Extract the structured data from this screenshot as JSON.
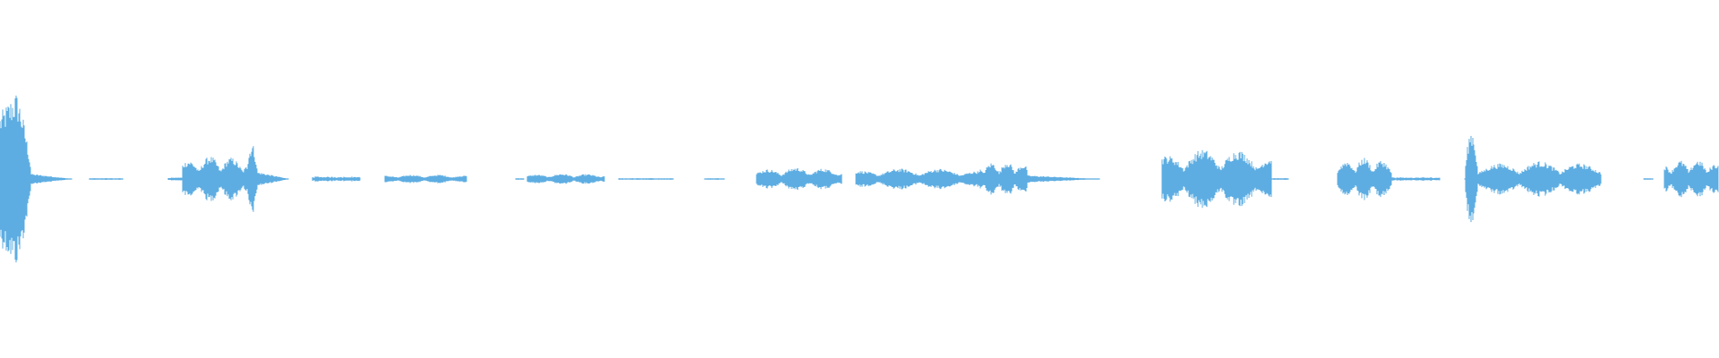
{
  "waveform": {
    "color": "#5DADE2",
    "background": "#ffffff",
    "duration_fraction_note_free": true,
    "segments": [
      {
        "start": 0.0,
        "end": 0.018,
        "amp": 0.98,
        "shape": "burst"
      },
      {
        "start": 0.018,
        "end": 0.042,
        "amp": 0.06,
        "shape": "tail"
      },
      {
        "start": 0.052,
        "end": 0.072,
        "amp": 0.01,
        "shape": "flat"
      },
      {
        "start": 0.098,
        "end": 0.106,
        "amp": 0.02,
        "shape": "flat"
      },
      {
        "start": 0.106,
        "end": 0.145,
        "amp": 0.26,
        "shape": "cluster"
      },
      {
        "start": 0.143,
        "end": 0.15,
        "amp": 0.4,
        "shape": "spike"
      },
      {
        "start": 0.15,
        "end": 0.168,
        "amp": 0.08,
        "shape": "tail"
      },
      {
        "start": 0.182,
        "end": 0.21,
        "amp": 0.03,
        "shape": "flat"
      },
      {
        "start": 0.224,
        "end": 0.272,
        "amp": 0.05,
        "shape": "cluster"
      },
      {
        "start": 0.3,
        "end": 0.305,
        "amp": 0.01,
        "shape": "flat"
      },
      {
        "start": 0.307,
        "end": 0.352,
        "amp": 0.06,
        "shape": "cluster"
      },
      {
        "start": 0.36,
        "end": 0.392,
        "amp": 0.01,
        "shape": "flat"
      },
      {
        "start": 0.41,
        "end": 0.422,
        "amp": 0.01,
        "shape": "flat"
      },
      {
        "start": 0.44,
        "end": 0.49,
        "amp": 0.13,
        "shape": "cluster"
      },
      {
        "start": 0.498,
        "end": 0.57,
        "amp": 0.12,
        "shape": "cluster"
      },
      {
        "start": 0.57,
        "end": 0.598,
        "amp": 0.2,
        "shape": "cluster"
      },
      {
        "start": 0.598,
        "end": 0.64,
        "amp": 0.04,
        "shape": "tail"
      },
      {
        "start": 0.676,
        "end": 0.74,
        "amp": 0.34,
        "shape": "cluster"
      },
      {
        "start": 0.74,
        "end": 0.75,
        "amp": 0.01,
        "shape": "flat"
      },
      {
        "start": 0.778,
        "end": 0.81,
        "amp": 0.24,
        "shape": "cluster"
      },
      {
        "start": 0.81,
        "end": 0.838,
        "amp": 0.02,
        "shape": "flat"
      },
      {
        "start": 0.852,
        "end": 0.86,
        "amp": 0.55,
        "shape": "spike"
      },
      {
        "start": 0.86,
        "end": 0.932,
        "amp": 0.2,
        "shape": "cluster"
      },
      {
        "start": 0.956,
        "end": 0.962,
        "amp": 0.01,
        "shape": "flat"
      },
      {
        "start": 0.968,
        "end": 1.0,
        "amp": 0.22,
        "shape": "cluster"
      }
    ]
  }
}
